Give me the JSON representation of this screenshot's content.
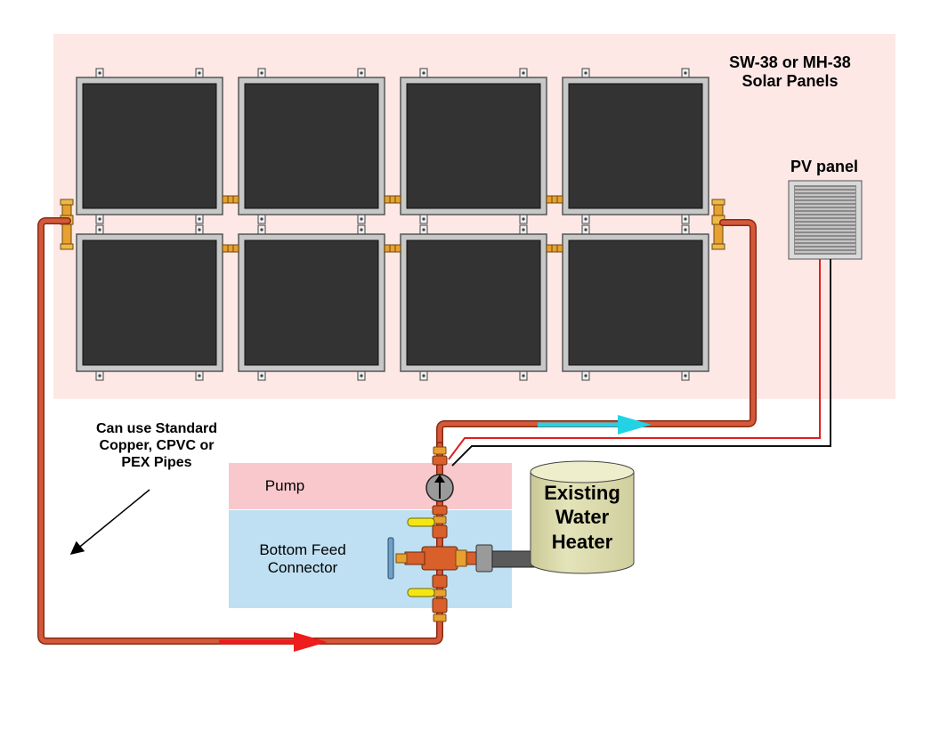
{
  "labels": {
    "solar_panels": "SW-38 or MH-38\nSolar Panels",
    "pv_panel": "PV panel",
    "pipes_note": "Can use Standard\nCopper, CPVC or\nPEX Pipes",
    "pump": "Pump",
    "bottom_feed_connector": "Bottom Feed\nConnector",
    "water_heater": "Existing\nWater\nHeater"
  },
  "panel_array": {
    "rows": 2,
    "columns": 4,
    "count": 8
  },
  "colors": {
    "array_background": "#fde8e6",
    "pump_zone": "#f9c8cc",
    "connector_zone": "#bfe0f2",
    "panel_frame": "#c8c8c8",
    "panel_glass": "#333333",
    "pipe": "#d4593a",
    "fitting": "#d9602a",
    "brass_fitting": "#e8a030",
    "hot_flow_arrow": "#22d3e6",
    "cold_flow_arrow": "#ee1c1c",
    "wire_positive": "#e11d1d",
    "wire_negative": "#111111",
    "water_heater": "#dcdcaa",
    "valve_handle": "#f5e514"
  },
  "icons": {
    "pump": "pump-icon",
    "flow_arrow": "flow-arrow-icon",
    "pointer": "pointer-arrow-icon"
  }
}
